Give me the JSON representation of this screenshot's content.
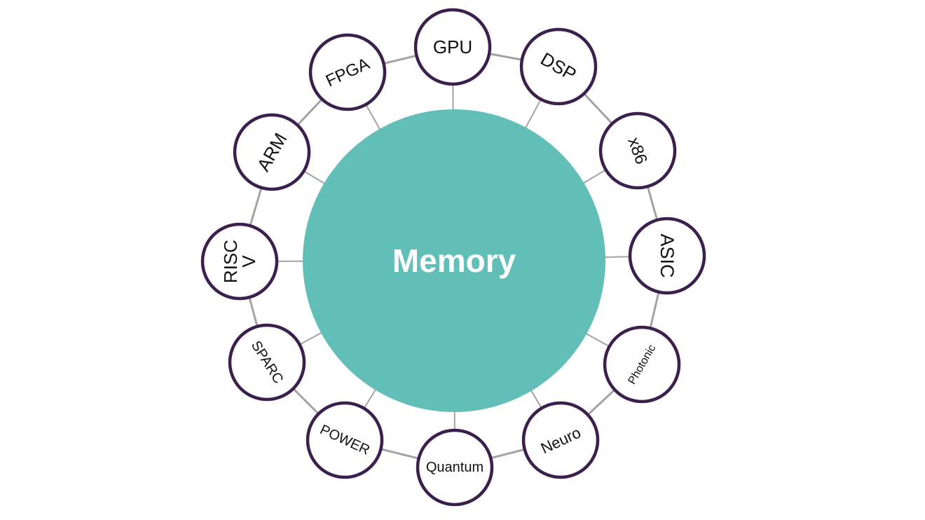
{
  "diagram": {
    "center": {
      "label": "Memory",
      "color": "#62bfb8"
    },
    "node_stroke_color": "#3b1f4d",
    "connector_color": "#a3a3a3",
    "nodes": [
      {
        "label": [
          "GPU"
        ]
      },
      {
        "label": [
          "DSP"
        ]
      },
      {
        "label": [
          "x86"
        ]
      },
      {
        "label": [
          "ASIC"
        ]
      },
      {
        "label": [
          "Photonic"
        ]
      },
      {
        "label": [
          "Neuro"
        ]
      },
      {
        "label": [
          "Quantum"
        ]
      },
      {
        "label": [
          "POWER"
        ]
      },
      {
        "label": [
          "SPARC"
        ]
      },
      {
        "label": [
          "RISC",
          "V"
        ]
      },
      {
        "label": [
          "ARM"
        ]
      },
      {
        "label": [
          "FPGA"
        ]
      }
    ]
  }
}
